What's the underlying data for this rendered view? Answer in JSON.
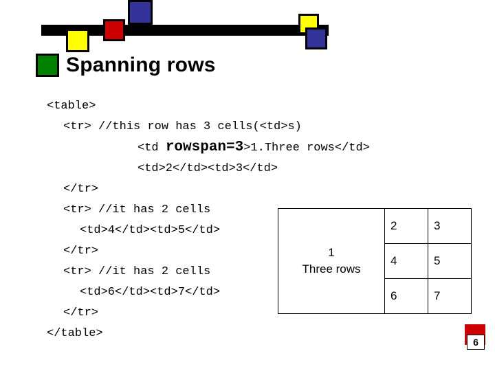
{
  "slide": {
    "title": "Spanning rows",
    "page_number": "6"
  },
  "decoration": {
    "colors": {
      "bar": "#000000",
      "blue": "#333399",
      "red": "#cc0000",
      "yellow": "#ffff00",
      "green": "#008000"
    }
  },
  "code": {
    "lines": [
      "<table>",
      "<tr> //this row has 3 cells(<td>s)",
      "<td ",
      "rowspan=3",
      ">1.Three rows</td>",
      "<td>2</td><td>3</td>",
      "</tr>",
      "<tr> //it has 2 cells",
      "<td>4</td><td>5</td>",
      "</tr>",
      "<tr> //it has 2 cells",
      "<td>6</td><td>7</td>",
      "</tr>",
      "</table>"
    ]
  },
  "demo_table": {
    "rows": [
      {
        "span_cell": {
          "number": "1",
          "label": "Three rows"
        },
        "cells": [
          "2",
          "3"
        ]
      },
      {
        "cells": [
          "4",
          "5"
        ]
      },
      {
        "cells": [
          "6",
          "7"
        ]
      }
    ]
  }
}
